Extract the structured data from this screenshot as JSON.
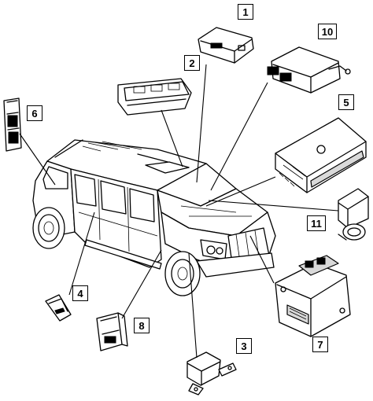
{
  "callouts": {
    "c1": "1",
    "c2": "2",
    "c3": "3",
    "c4": "4",
    "c5": "5",
    "c6": "6",
    "c7": "7",
    "c8": "8",
    "c10": "10",
    "c11": "11"
  },
  "icons": {
    "vehicle": "suv-illustration",
    "modules": "electronic-module-icon"
  }
}
